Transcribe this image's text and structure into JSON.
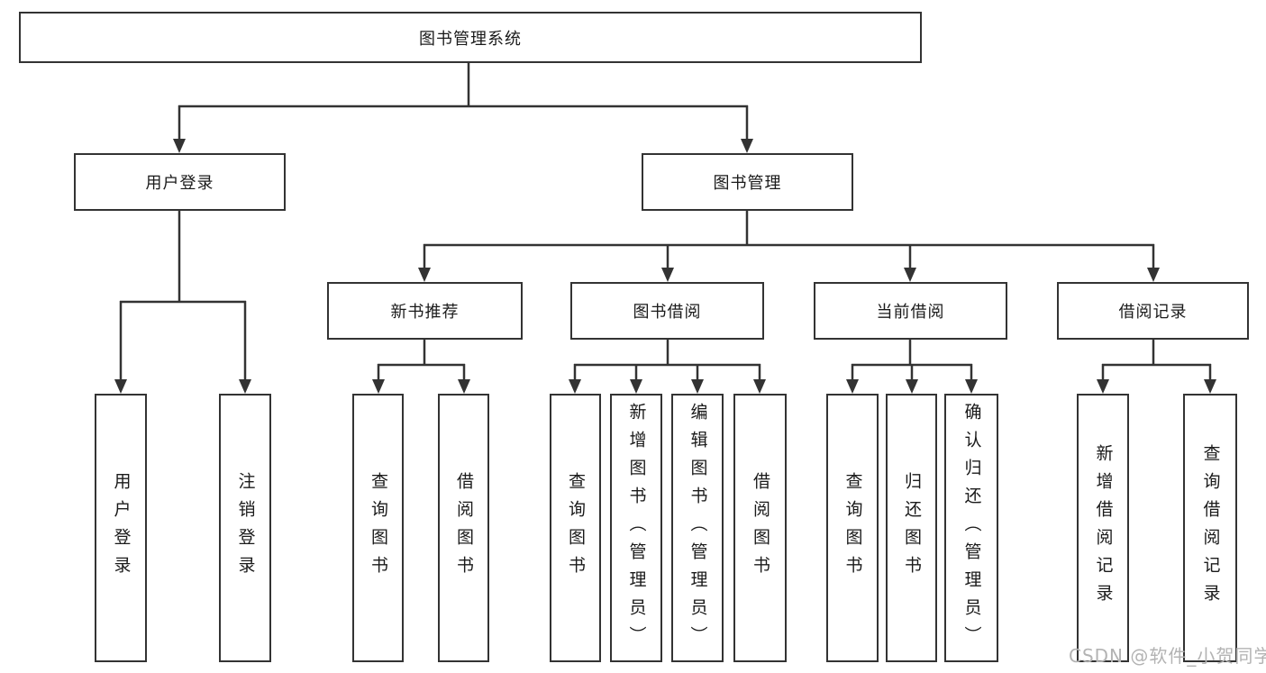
{
  "diagram_type": "hierarchy-tree",
  "tree": {
    "label": "图书管理系统",
    "children": [
      {
        "label": "用户登录",
        "children": [
          {
            "label": "用户登录"
          },
          {
            "label": "注销登录"
          }
        ]
      },
      {
        "label": "图书管理",
        "children": [
          {
            "label": "新书推荐",
            "children": [
              {
                "label": "查询图书"
              },
              {
                "label": "借阅图书"
              }
            ]
          },
          {
            "label": "图书借阅",
            "children": [
              {
                "label": "查询图书"
              },
              {
                "label": "新增图书（管理员）"
              },
              {
                "label": "编辑图书（管理员）"
              },
              {
                "label": "借阅图书"
              }
            ]
          },
          {
            "label": "当前借阅",
            "children": [
              {
                "label": "查询图书"
              },
              {
                "label": "归还图书"
              },
              {
                "label": "确认归还（管理员）"
              }
            ]
          },
          {
            "label": "借阅记录",
            "children": [
              {
                "label": "新增借阅记录"
              },
              {
                "label": "查询借阅记录"
              }
            ]
          }
        ]
      }
    ]
  },
  "watermark": "CSDN @软件_小贺同学",
  "colors": {
    "line": "#333333",
    "box_border": "#333333",
    "text": "#1a1a1a",
    "watermark": "#b3b3b3",
    "background": "#ffffff"
  }
}
